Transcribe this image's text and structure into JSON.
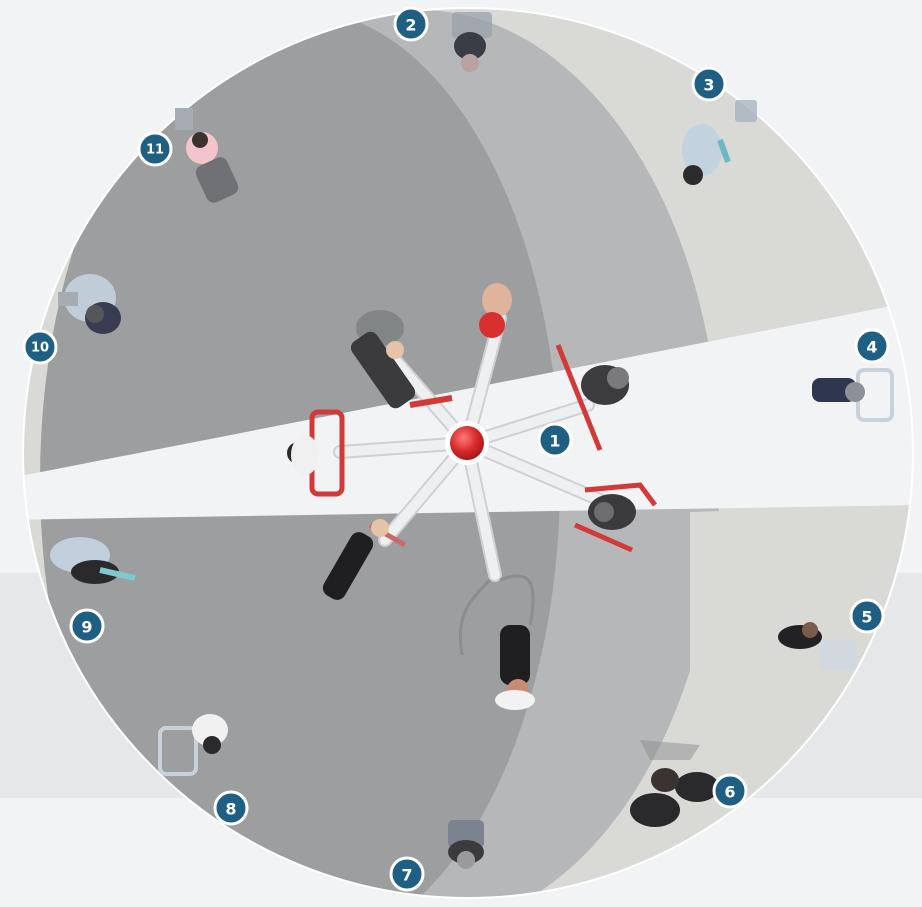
{
  "stations": [
    {
      "number": "1"
    },
    {
      "number": "2"
    },
    {
      "number": "3"
    },
    {
      "number": "4"
    },
    {
      "number": "5"
    },
    {
      "number": "6"
    },
    {
      "number": "7"
    },
    {
      "number": "8"
    },
    {
      "number": "9"
    },
    {
      "number": "10"
    },
    {
      "number": "11"
    }
  ],
  "colors": {
    "badge": "#1f5f84",
    "sector_light": "#d9dad6",
    "sector_mid": "#b5b7b8",
    "sector_dark": "#9a9c9e",
    "walkway": "#f2f3f5",
    "equipment_red": "#d23a3a",
    "boom": "#e9eaeb"
  }
}
